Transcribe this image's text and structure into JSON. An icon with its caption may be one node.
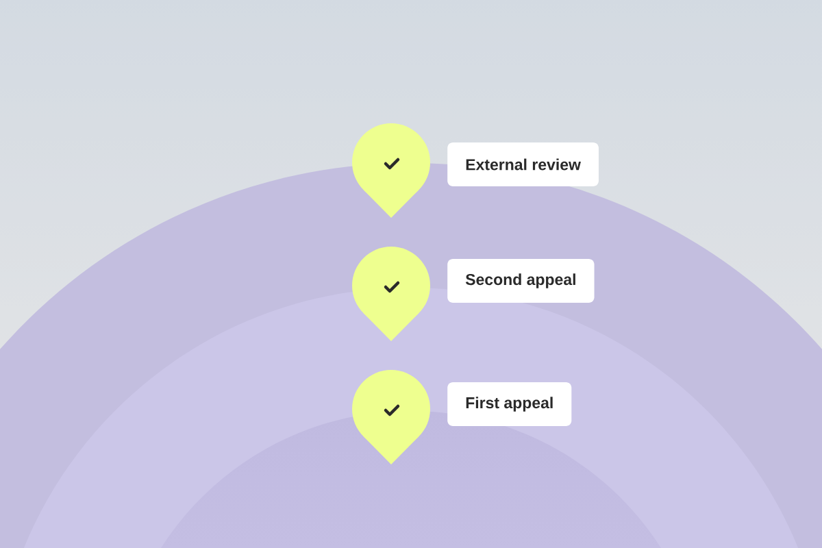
{
  "diagram": {
    "nodes": [
      {
        "text": [
          "External review"
        ]
      },
      {
        "text": [
          "Second appeal"
        ]
      },
      {
        "text": [
          "First appeal"
        ]
      }
    ]
  }
}
